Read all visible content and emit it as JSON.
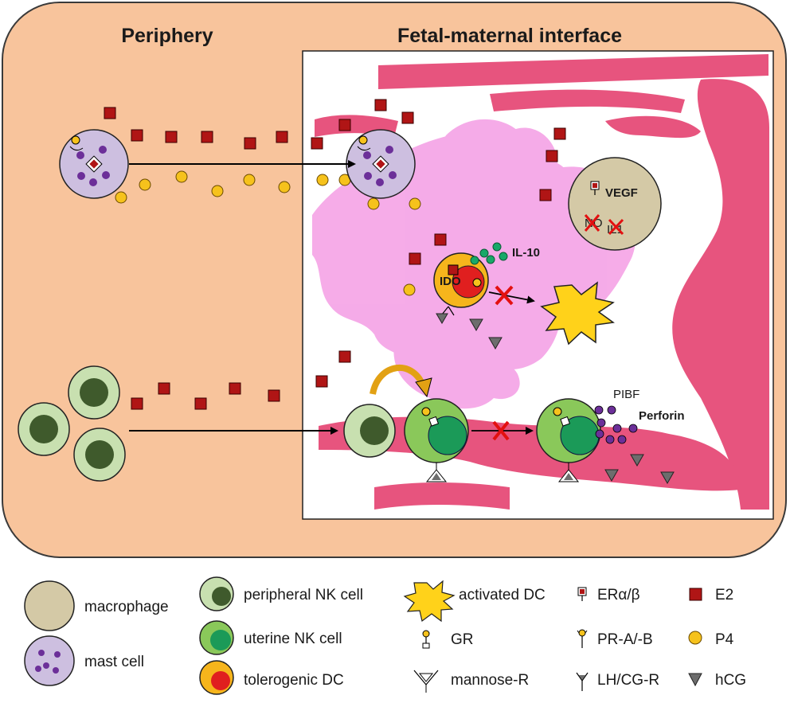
{
  "header": {
    "periphery": "Periphery",
    "interface": "Fetal-maternal interface"
  },
  "labels": {
    "vegf": "VEGF",
    "no": "NO",
    "il1": "IL1",
    "il10": "IL-10",
    "ido": "IDO",
    "pibf": "PIBF",
    "perforin": "Perforin"
  },
  "legend": {
    "macrophage": "macrophage",
    "mast_cell": "mast cell",
    "peripheral_nk": "peripheral  NK cell",
    "uterine_nk": "uterine NK cell",
    "tolerogenic_dc": "tolerogenic DC",
    "activated_dc": "activated DC",
    "gr": "GR",
    "mannose_r": "mannose-R",
    "er": "ERα/β",
    "pr": "PR-A/-B",
    "lhcg": "LH/CG-R",
    "e2": "E2",
    "p4": "P4",
    "hcg": "hCG"
  },
  "colors": {
    "background": "#f8c49c",
    "tissue": "#f5a3e6",
    "vessel": "#e7547e",
    "e2": "#b01515",
    "p4": "#f6c21c",
    "hcg": "#6d6d6d",
    "macrophage": "#d4c9a6",
    "mast_cell": "#cdbfe0",
    "granule": "#6c2f99",
    "nk_outer": "#c8e0b0",
    "nk_inner": "#3f5a2c",
    "unk_outer": "#8ac85a",
    "unk_inner": "#1b9a58",
    "dc_outer": "#f6b51c",
    "dc_inner": "#e01f1f",
    "activated_dc": "#ffd21a",
    "il10": "#18a868",
    "blocked": "#e31010",
    "feedback_arrow": "#e2a114"
  }
}
